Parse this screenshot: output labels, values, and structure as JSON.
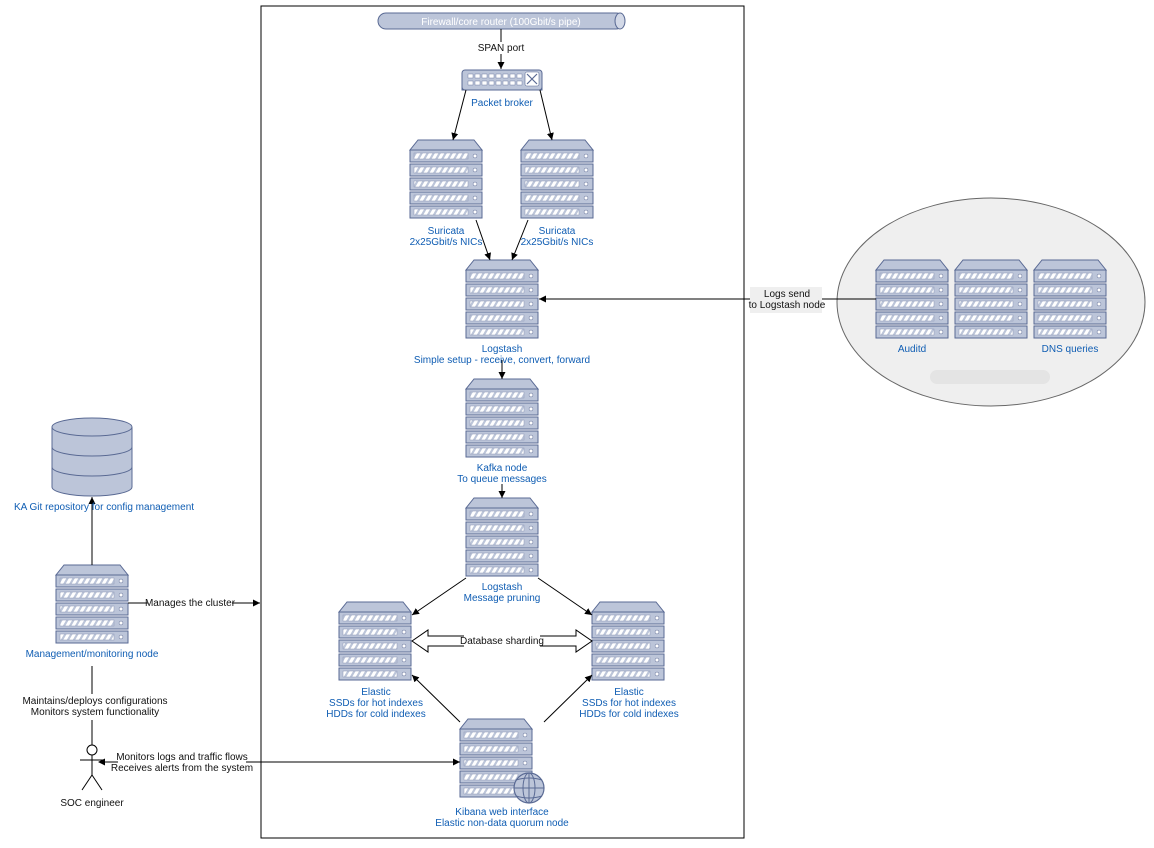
{
  "router": {
    "label": "Firewall/core router (100Gbit/s pipe)"
  },
  "span_port": "SPAN port",
  "packet_broker": "Packet broker",
  "suricata_left": {
    "line1": "Suricata",
    "line2": "2x25Gbit/s NICs"
  },
  "suricata_right": {
    "line1": "Suricata",
    "line2": "2x25Gbit/s NICs"
  },
  "logstash_top": {
    "line1": "Logstash",
    "line2": "Simple setup - receive, convert, forward"
  },
  "kafka": {
    "line1": "Kafka node",
    "line2": "To queue messages"
  },
  "logstash_mid": {
    "line1": "Logstash",
    "line2": "Message pruning"
  },
  "elastic_left": {
    "line1": "Elastic",
    "line2": "SSDs for hot indexes",
    "line3": "HDDs for cold indexes"
  },
  "elastic_right": {
    "line1": "Elastic",
    "line2": "SSDs for hot indexes",
    "line3": "HDDs for cold indexes"
  },
  "db_sharding": "Database sharding",
  "kibana": {
    "line1": "Kibana web interface",
    "line2": "Elastic non-data quorum node"
  },
  "external_group": {
    "auditd": "Auditd",
    "dns_queries": "DNS queries"
  },
  "logs_send": {
    "line1": "Logs send",
    "line2": "to Logstash node"
  },
  "git_repo": "KA Git repository for config management",
  "mgmt_node": "Management/monitoring node",
  "manages_cluster": "Manages the cluster",
  "soc_edge": {
    "line1": "Maintains/deploys configurations",
    "line2": "Monitors system functionality"
  },
  "soc_engineer": "SOC engineer",
  "monitor_edge": {
    "line1": "Monitors logs and traffic flows",
    "line2": "Receives alerts from the system"
  },
  "colors": {
    "server_fill": "#bcc5d9",
    "server_stroke": "#5a6a94",
    "label_blue": "#0f5db3",
    "ellipse_fill": "#efefef"
  }
}
